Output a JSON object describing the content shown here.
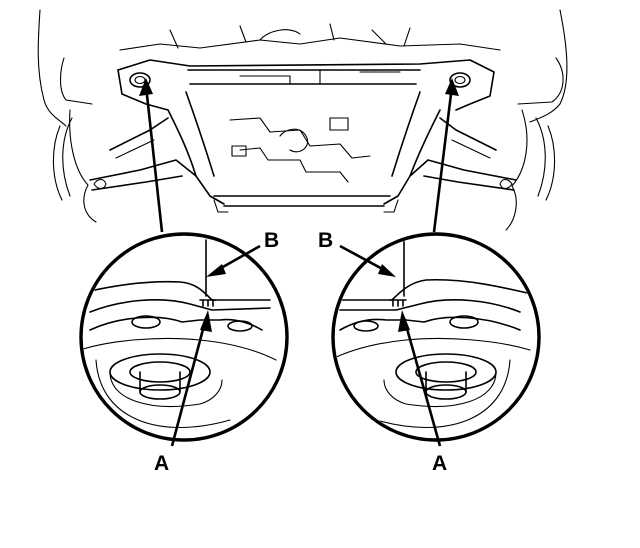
{
  "labels": {
    "left_top": "B",
    "right_top": "B",
    "left_bottom": "A",
    "right_bottom": "A"
  },
  "line_color": "#000000",
  "background_color": "#ffffff"
}
